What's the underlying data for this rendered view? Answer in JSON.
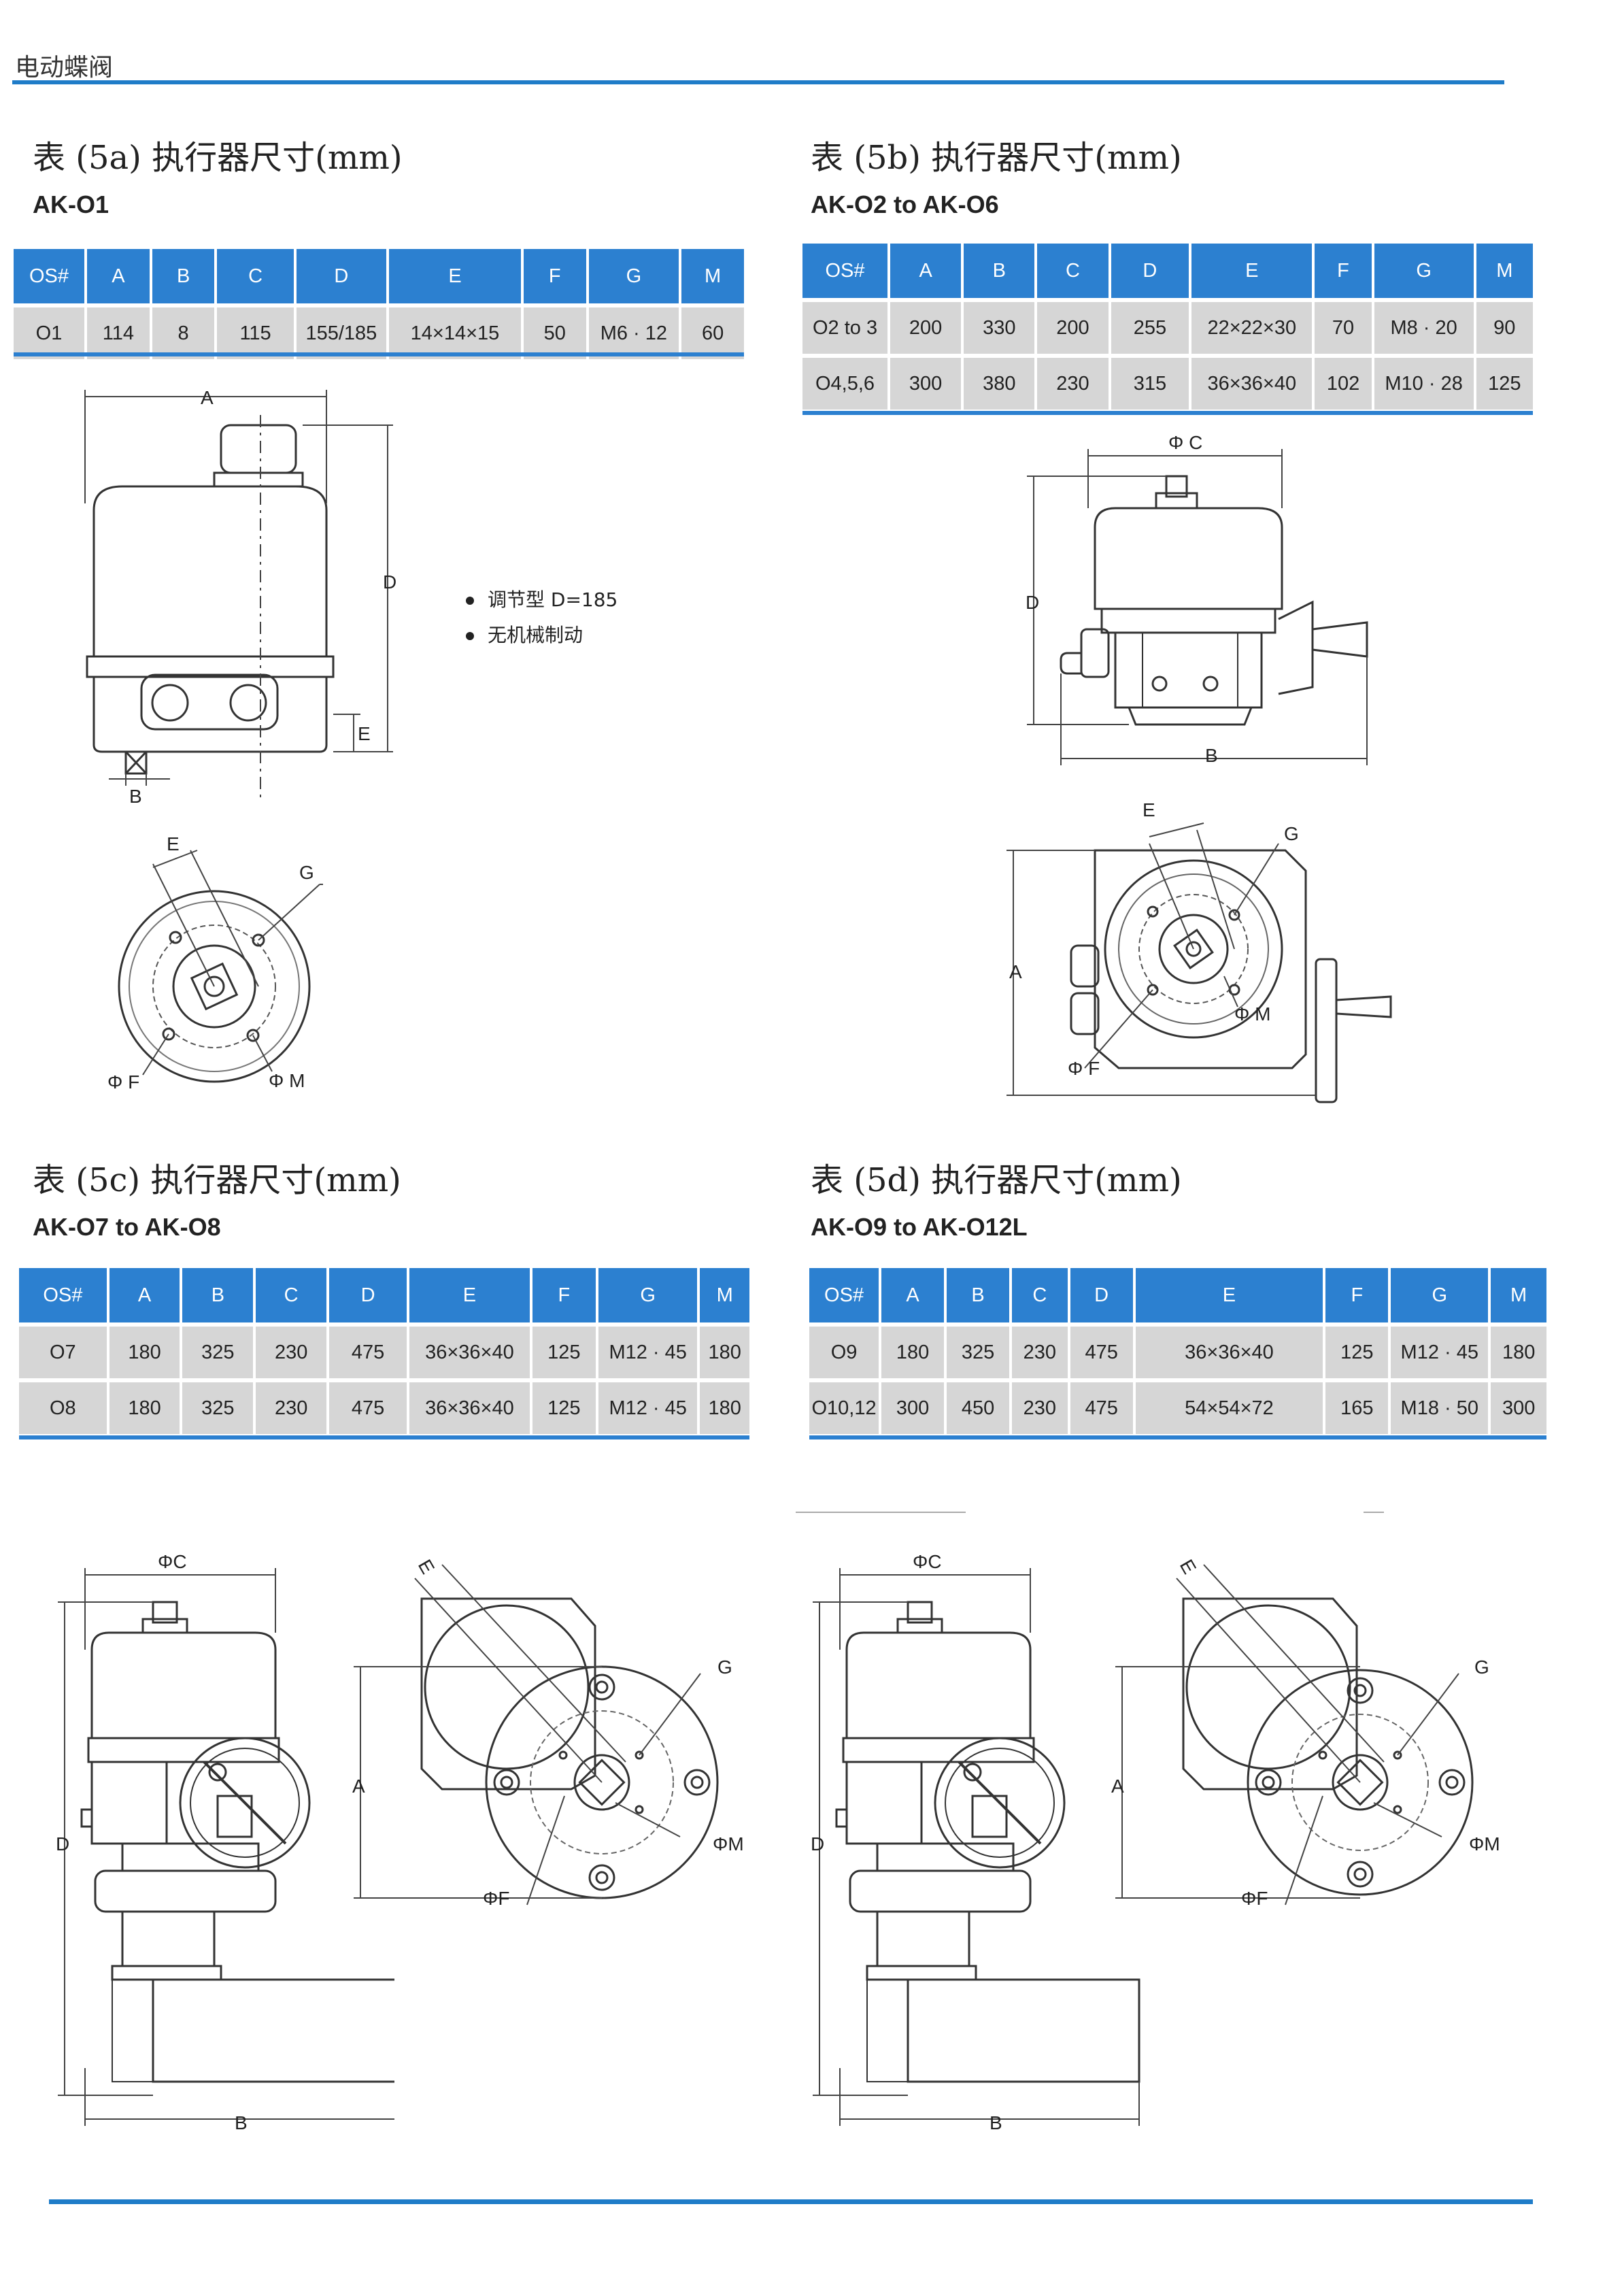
{
  "header": {
    "title": "电动蝶阀"
  },
  "sections": [
    {
      "title": "表 (5a) 执行器尺寸(mm)",
      "model": "AK-O1",
      "columns": [
        "OS#",
        "A",
        "B",
        "C",
        "D",
        "E",
        "F",
        "G",
        "M"
      ],
      "rows": [
        [
          "O1",
          "114",
          "8",
          "115",
          "155/185",
          "14×14×15",
          "50",
          "M6 · 12",
          "60"
        ]
      ],
      "notes": [
        "调节型 D=185",
        "无机械制动"
      ]
    },
    {
      "title": "表 (5b) 执行器尺寸(mm)",
      "model": "AK-O2 to AK-O6",
      "columns": [
        "OS#",
        "A",
        "B",
        "C",
        "D",
        "E",
        "F",
        "G",
        "M"
      ],
      "rows": [
        [
          "O2 to 3",
          "200",
          "330",
          "200",
          "255",
          "22×22×30",
          "70",
          "M8 · 20",
          "90"
        ],
        [
          "O4,5,6",
          "300",
          "380",
          "230",
          "315",
          "36×36×40",
          "102",
          "M10 · 28",
          "125"
        ]
      ]
    },
    {
      "title": "表 (5c) 执行器尺寸(mm)",
      "model": "AK-O7 to AK-O8",
      "columns": [
        "OS#",
        "A",
        "B",
        "C",
        "D",
        "E",
        "F",
        "G",
        "M"
      ],
      "rows": [
        [
          "O7",
          "180",
          "325",
          "230",
          "475",
          "36×36×40",
          "125",
          "M12 · 45",
          "180"
        ],
        [
          "O8",
          "180",
          "325",
          "230",
          "475",
          "36×36×40",
          "125",
          "M12 · 45",
          "180"
        ]
      ]
    },
    {
      "title": "表 (5d) 执行器尺寸(mm)",
      "model": "AK-O9 to AK-O12L",
      "columns": [
        "OS#",
        "A",
        "B",
        "C",
        "D",
        "E",
        "F",
        "G",
        "M"
      ],
      "rows": [
        [
          "O9",
          "180",
          "325",
          "230",
          "475",
          "36×36×40",
          "125",
          "M12 · 45",
          "180"
        ],
        [
          "O10,12",
          "300",
          "450",
          "230",
          "475",
          "54×54×72",
          "165",
          "M18 · 50",
          "300"
        ]
      ]
    }
  ],
  "drawings": {
    "a_side": {
      "labels": [
        "A",
        "B",
        "D",
        "E"
      ]
    },
    "a_top": {
      "labels": [
        "E",
        "G",
        "Φ F",
        "Φ M"
      ]
    },
    "b_side": {
      "labels": [
        "Φ C",
        "D",
        "B"
      ]
    },
    "b_top": {
      "labels": [
        "E",
        "G",
        "A",
        "Φ M",
        "Φ F"
      ]
    },
    "c_side": {
      "labels": [
        "ΦC",
        "D",
        "B"
      ]
    },
    "c_top": {
      "labels": [
        "E",
        "G",
        "A",
        "ΦM",
        "ΦF"
      ]
    },
    "d_side": {
      "labels": [
        "ΦC",
        "D",
        "B"
      ]
    },
    "d_top": {
      "labels": [
        "E",
        "G",
        "A",
        "ΦM",
        "ΦF"
      ]
    }
  },
  "colors": {
    "accent": "#1f7cc8",
    "table_header": "#2c80d0",
    "table_cell": "#d6d6d6"
  }
}
